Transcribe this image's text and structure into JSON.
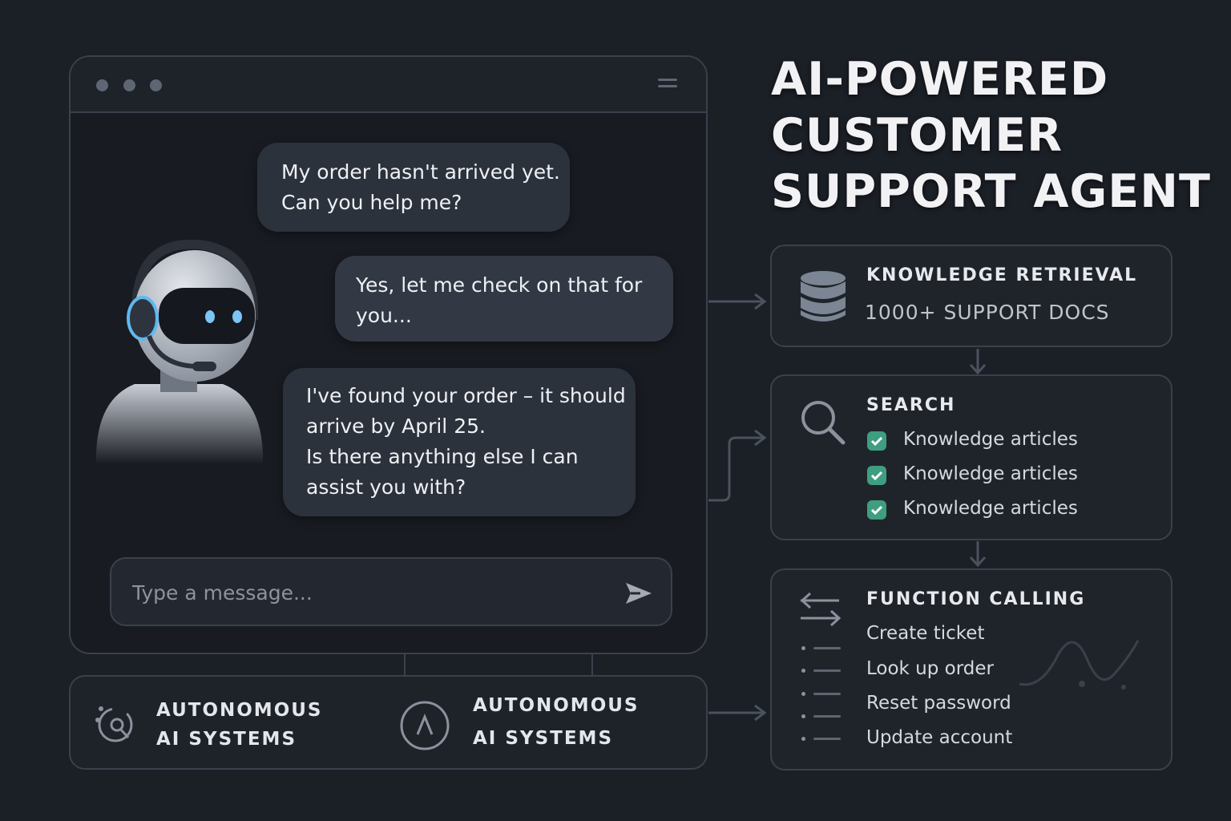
{
  "chat": {
    "messages": [
      {
        "sender": "user",
        "lines": [
          "My order hasn't arrived yet.",
          "Can you help me?"
        ]
      },
      {
        "sender": "agent",
        "lines": [
          "Yes, let me check on that for",
          "you..."
        ]
      },
      {
        "sender": "agent",
        "lines": [
          "I've found your order – it should",
          "arrive by April 25.",
          "Is there anything else I can",
          "assist you with?"
        ]
      }
    ],
    "input_placeholder": "Type a message..."
  },
  "bottom_bar": {
    "left": {
      "line1": "AUTONOMOUS",
      "line2": "AI SYSTEMS"
    },
    "right": {
      "line1": "AUTONOMOUS",
      "line2": "AI SYSTEMS"
    }
  },
  "title": {
    "line1": "AI-POWERED",
    "line2": "CUSTOMER",
    "line3": "SUPPORT AGENT"
  },
  "knowledge": {
    "heading": "KNOWLEDGE RETRIEVAL",
    "subtitle": "1000+ SUPPORT DOCS"
  },
  "search": {
    "heading": "SEARCH",
    "items": [
      "Knowledge articles",
      "Knowledge articles",
      "Knowledge articles"
    ]
  },
  "function_calling": {
    "heading": "FUNCTION CALLING",
    "items": [
      "Create ticket",
      "Look up order",
      "Reset password",
      "Update account"
    ]
  },
  "colors": {
    "background": "#1b1f26",
    "panel": "#1f242b",
    "border": "#3a414c",
    "check": "#3f9e80",
    "headset_accent": "#5fb8f0"
  }
}
